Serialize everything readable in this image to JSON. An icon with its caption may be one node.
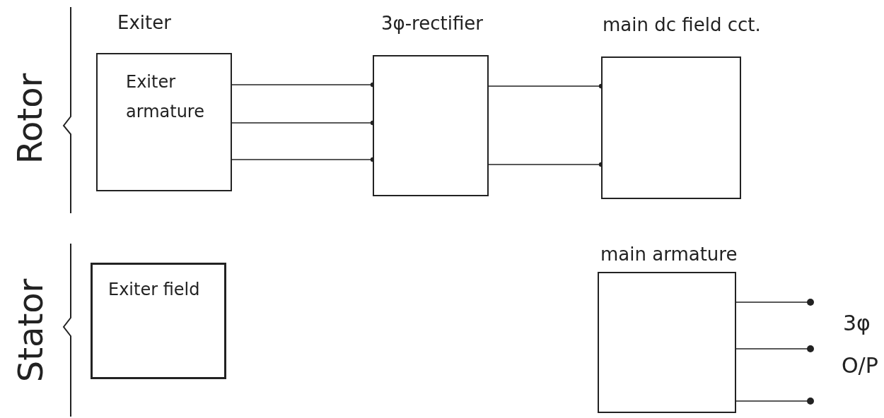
{
  "diagram": {
    "nodes": [
      {
        "text": [
          "Exiter",
          "Exiter armature"
        ]
      },
      {
        "text": [
          "3φ-rectifier"
        ]
      },
      {
        "text": [
          "main dc field cct."
        ]
      },
      {
        "text": [
          "Exiter field"
        ]
      },
      {
        "text": [
          "main armature"
        ]
      },
      {
        "text": [],
        "shape": "circle"
      },
      {
        "text": [],
        "shape": "circle"
      },
      {
        "text": [],
        "shape": "circle"
      }
    ],
    "edges": [
      {
        "from": 0,
        "to": 1,
        "arrow": "other"
      },
      {
        "from": 0,
        "to": 1,
        "arrow": "other"
      },
      {
        "from": 0,
        "to": 1,
        "arrow": "other"
      },
      {
        "from": 1,
        "to": 2,
        "arrow": "other"
      },
      {
        "from": 1,
        "to": 2,
        "arrow": "other"
      },
      {
        "from": 4,
        "to": 5,
        "arrow": "none"
      },
      {
        "from": 4,
        "to": 6,
        "arrow": "none"
      },
      {
        "from": 4,
        "to": 7,
        "arrow": "none"
      }
    ],
    "labels": [
      "Rotor",
      "Stator",
      "3φ",
      "O/P"
    ]
  }
}
